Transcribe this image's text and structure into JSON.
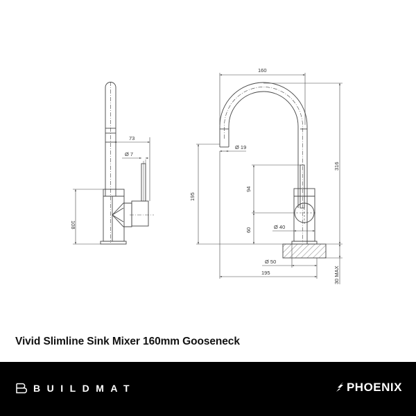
{
  "product": {
    "title": "Vivid Slimline Sink Mixer 160mm Gooseneck"
  },
  "side_view": {
    "dimensions": {
      "spout_reach_handle": "73",
      "handle_diameter": "Ø 7",
      "body_height": "108"
    }
  },
  "front_view": {
    "dimensions": {
      "spout_width": "160",
      "spout_diameter": "Ø 19",
      "spout_outlet_height": "195",
      "overall_height": "316",
      "lever_height": "94",
      "lever_axis_height": "60",
      "body_diameter": "Ø 40",
      "base_diameter": "Ø 50",
      "spout_reach": "195",
      "mounting_thickness": "30 MAX"
    }
  },
  "footer": {
    "left_brand": "BUILDMAT",
    "right_brand": "PHOENIX",
    "background": "#000000",
    "text_color": "#ffffff"
  }
}
